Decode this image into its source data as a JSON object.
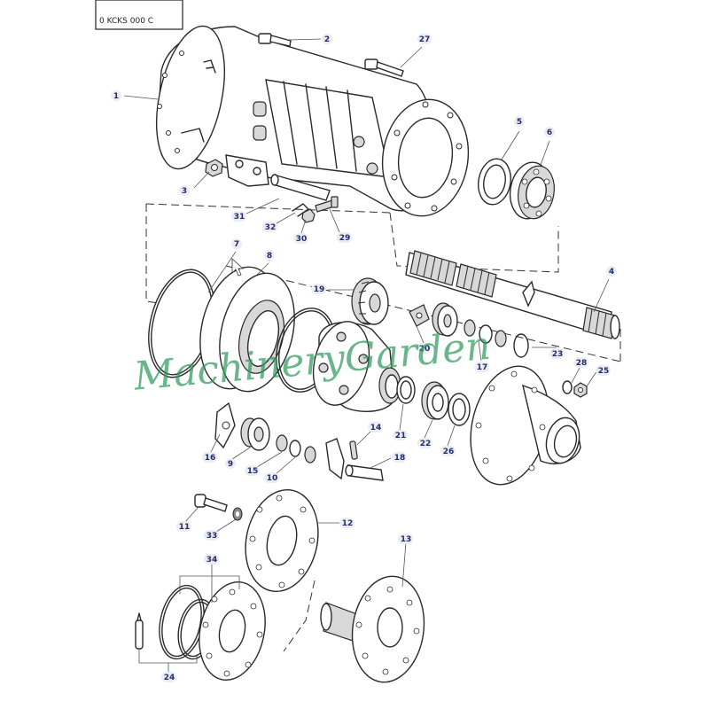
{
  "reference_label": "0 KCKS 000 C",
  "watermark": "MachineryGarden",
  "callouts": {
    "c1": "1",
    "c2": "2",
    "c3": "3",
    "c4": "4",
    "c5": "5",
    "c6": "6",
    "c7": "7",
    "c8": "8",
    "c9": "9",
    "c10": "10",
    "c11": "11",
    "c12": "12",
    "c13": "13",
    "c14": "14",
    "c15": "15",
    "c16": "16",
    "c17": "17",
    "c18": "18",
    "c19": "19",
    "c20": "20",
    "c21": "21",
    "c22": "22",
    "c23": "23",
    "c24": "24",
    "c25": "25",
    "c26": "26",
    "c27": "27",
    "c28": "28",
    "c29": "29",
    "c30": "30",
    "c31": "31",
    "c32": "32",
    "c33": "33",
    "c34": "34"
  },
  "colors": {
    "callout_text": "#1f2d6e",
    "watermark": "#2f9a5c",
    "line": "#2a2a2a"
  }
}
